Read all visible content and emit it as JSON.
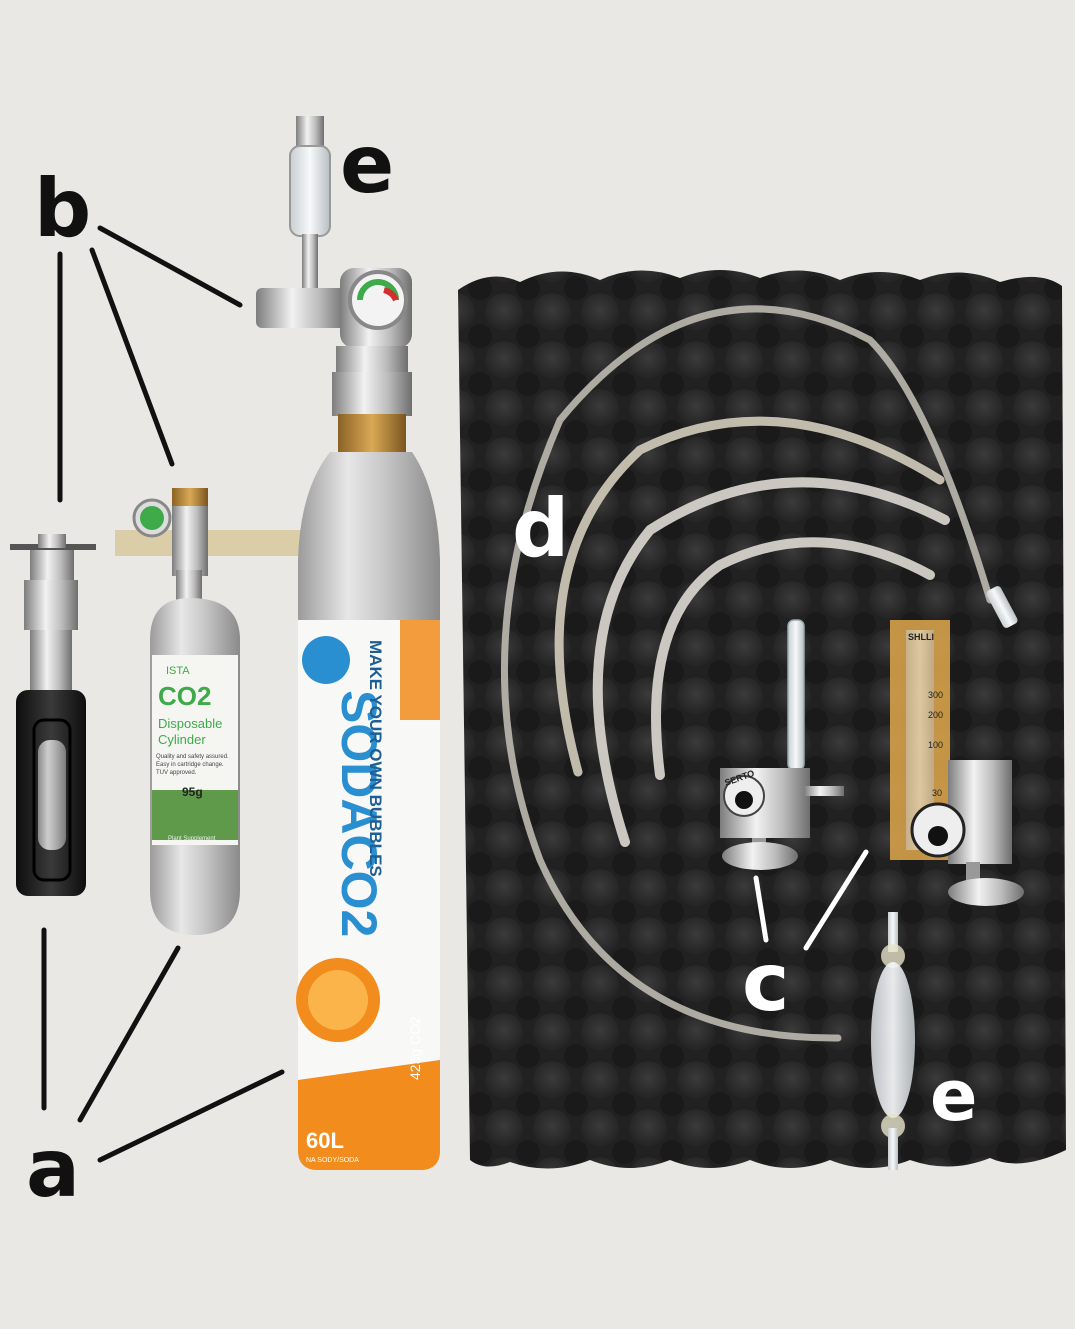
{
  "labels": {
    "b": "b",
    "e_top": "e",
    "d": "d",
    "c": "c",
    "e_bottom": "e",
    "a": "a"
  },
  "cylinder_small": {
    "brand": "ISTA",
    "title": "CO2",
    "line1": "Disposable",
    "line2": "Cylinder",
    "note1": "Quality and safety assured.",
    "note2": "Easy in cartridge change.",
    "note3": "TUV approved.",
    "weight": "95g",
    "footer": "Plant Supplement"
  },
  "cylinder_soda": {
    "brand": "SODACO2",
    "slogan": "MAKE YOUR OWN BUBBLES",
    "volume": "425g CO2",
    "bottom_text": "60L",
    "bottom_sub": "NA SODY/SODA"
  },
  "counter_left": {
    "brand": "SERTO"
  },
  "counter_right": {
    "brand": "SHLLI",
    "scale": [
      "300",
      "200",
      "100",
      "30"
    ]
  },
  "colors": {
    "background": "#e9e8e4",
    "foam": "#2b2a2b",
    "tube": "#d7d4cc",
    "label_dark": "#111111",
    "label_light": "#ffffff",
    "orange": "#f28c1c",
    "blue": "#2a8fd1",
    "brass": "#b8893a",
    "gauge_green": "#3eaa4a",
    "honey": "#d9a44a"
  }
}
